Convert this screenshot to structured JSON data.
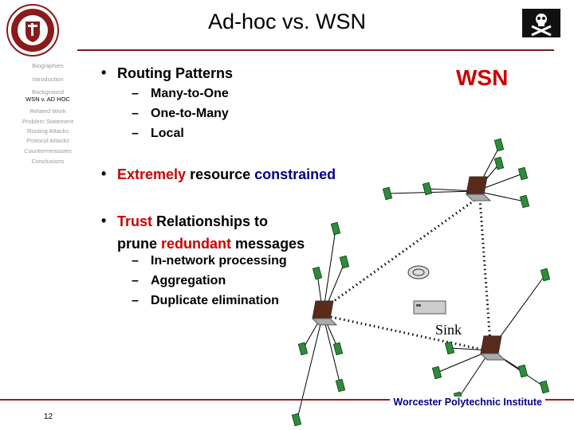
{
  "title": "Ad-hoc vs. WSN",
  "sidebar": {
    "items": [
      {
        "label": "Biographies",
        "active": false
      },
      {
        "label": "Introduction",
        "active": false
      },
      {
        "label": "Background",
        "active": false
      },
      {
        "label": "WSN v. AD HOC",
        "active": true
      },
      {
        "label": "Related Work",
        "active": false
      },
      {
        "label": "Problem Statement",
        "active": false
      },
      {
        "label": "Routing Attacks",
        "active": false
      },
      {
        "label": "Protocol Attacks",
        "active": false
      },
      {
        "label": "Countermeasures",
        "active": false
      },
      {
        "label": "Conclusions",
        "active": false
      }
    ]
  },
  "content": {
    "routing": {
      "heading": "Routing Patterns",
      "items": [
        "Many-to-One",
        "One-to-Many",
        "Local"
      ]
    },
    "resource": {
      "highlight": "Extremely",
      "rest": " resource ",
      "highlight2": "constrained"
    },
    "trust": {
      "highlight": "Trust",
      "rest": " Relationships to",
      "line2a": "prune ",
      "highlight2": "redundant",
      "line2b": " messages",
      "items": [
        "In-network processing",
        "Aggregation",
        "Duplicate elimination"
      ]
    }
  },
  "diagram": {
    "wsn_label": "WSN",
    "sink_label": "Sink"
  },
  "footer": {
    "institution": "Worcester Polytechnic Institute",
    "page_number": "12"
  },
  "colors": {
    "accent_red": "#cc0000",
    "accent_blue": "#00008b",
    "rule": "#7a1c1c"
  },
  "icons": {
    "logo": "wpi-seal-icon",
    "flag": "skull-flag-icon"
  }
}
